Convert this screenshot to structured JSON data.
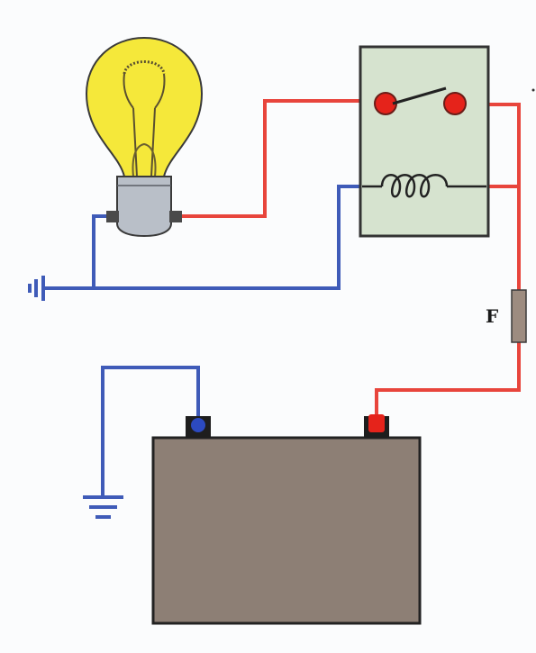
{
  "diagram": {
    "fuse_label": "F",
    "colors": {
      "background": "#fbfcfd",
      "positive_wire": "#e8453c",
      "negative_wire": "#3f5bb8",
      "battery_body": "#8d7f75",
      "battery_border": "#222222",
      "relay_body": "#d6e3cf",
      "relay_border": "#333333",
      "relay_contact": "#e5231b",
      "bulb_glass": "#f5e83a",
      "bulb_base": "#b9bfc8",
      "fuse_body": "#9d8c80",
      "negative_terminal": "#2c4ac0",
      "positive_terminal": "#e5231b"
    },
    "components": {
      "bulb": "light-bulb",
      "relay": "relay-switch-with-coil",
      "fuse": "fuse",
      "battery": "battery",
      "ground_left": "ground-symbol",
      "ground_lower": "ground-symbol"
    }
  }
}
